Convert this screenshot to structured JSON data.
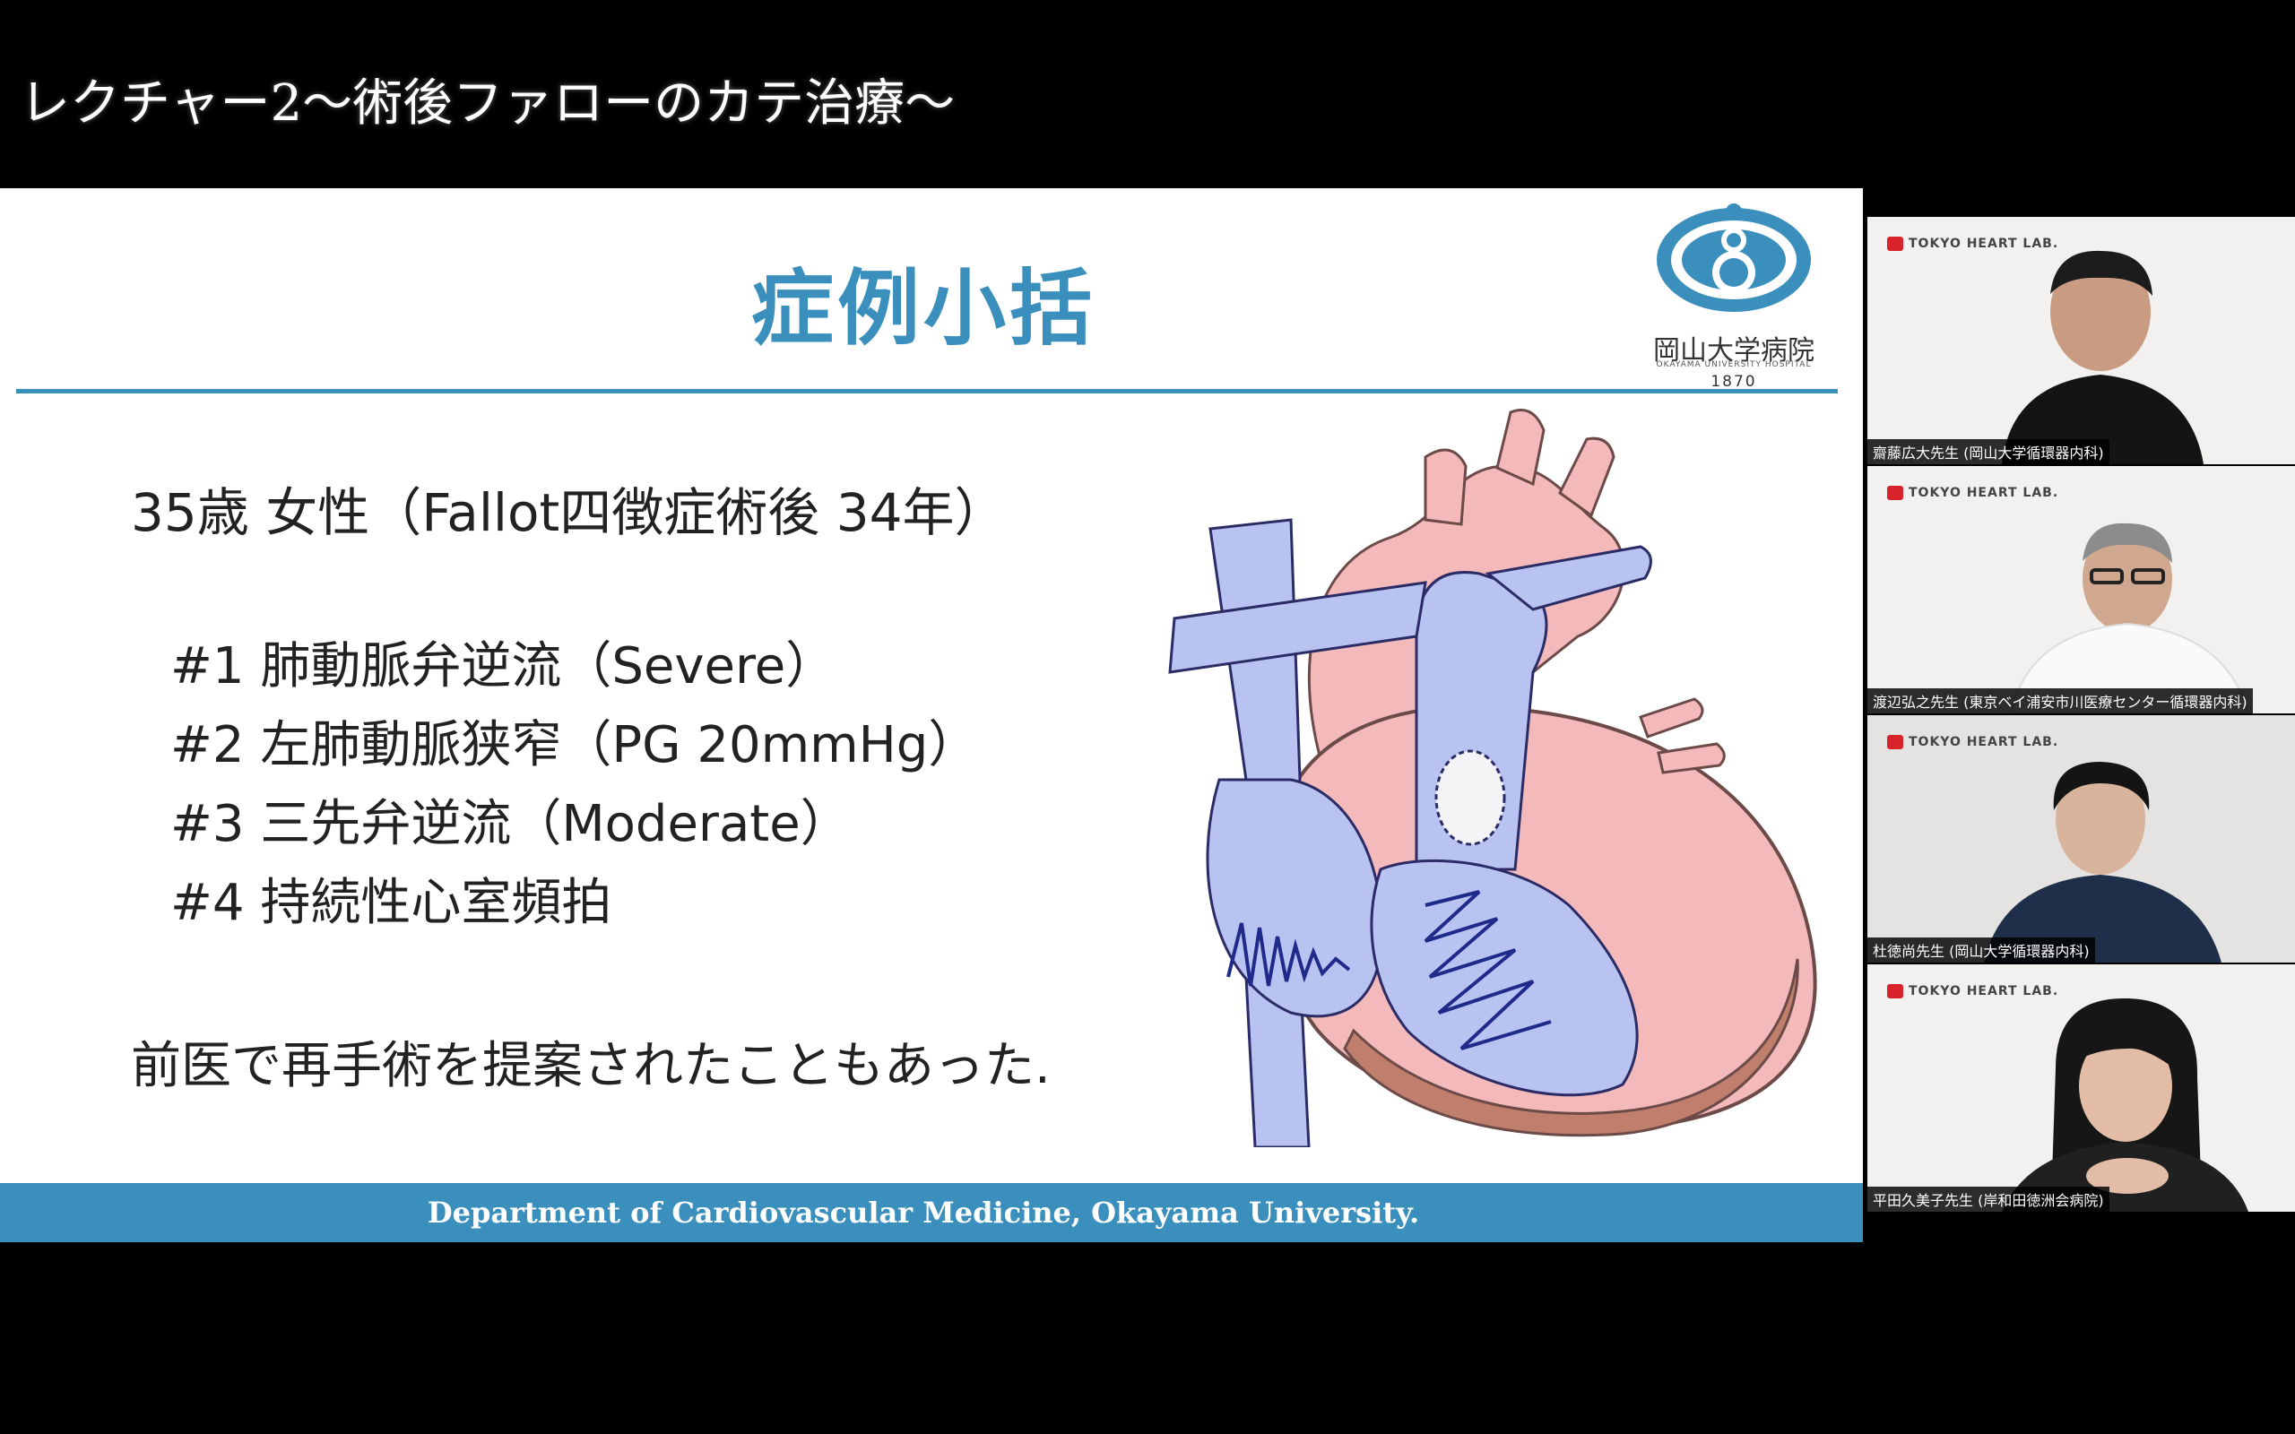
{
  "broadcast": {
    "title": "レクチャー2～術後ファローのカテ治療～"
  },
  "slide": {
    "heading": "症例小括",
    "logo": {
      "name": "岡山大学病院",
      "subtitle": "OKAYAMA UNIVERSITY HOSPITAL",
      "year": "1870"
    },
    "case_line": "35歳 女性（Fallot四徴症術後 34年）",
    "problems": [
      "#1 肺動脈弁逆流（Severe）",
      "#2 左肺動脈狭窄（PG 20mmHg）",
      "#3 三先弁逆流（Moderate）",
      "#4 持続性心室頻拍"
    ],
    "note": "前医で再手術を提案されたこともあった.",
    "footer": "Department of Cardiovascular Medicine, Okayama University."
  },
  "participants": [
    {
      "brand": "TOKYO HEART LAB.",
      "name": "齋藤広大先生 (岡山大学循環器内科)"
    },
    {
      "brand": "TOKYO HEART LAB.",
      "name": "渡辺弘之先生 (東京ベイ浦安市川医療センター循環器内科)"
    },
    {
      "brand": "TOKYO HEART LAB.",
      "name": "杜徳尚先生 (岡山大学循環器内科)"
    },
    {
      "brand": "TOKYO HEART LAB.",
      "name": "平田久美子先生 (岸和田徳洲会病院)"
    }
  ],
  "colors": {
    "accent_blue": "#3b8fbd",
    "vein_blue": "#b9c3f2",
    "heart_pink": "#f3b9bb",
    "muscle_brown": "#c07e6c",
    "brand_red": "#d8232a"
  },
  "icons": {
    "logo": "okayama-university-hospital-logo-icon",
    "brand": "tokyo-heart-lab-logo-icon",
    "illustration": "heart-anatomy-illustration-icon"
  }
}
